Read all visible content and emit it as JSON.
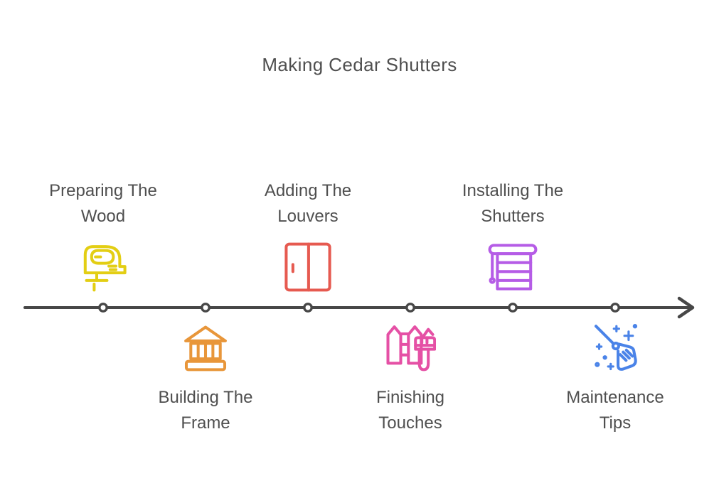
{
  "title": "Making Cedar Shutters",
  "colors": {
    "text": "#4f4f4f",
    "axis": "#474747",
    "node_fill": "#ffffff"
  },
  "timeline": {
    "direction": "left-to-right",
    "arrow": "right",
    "node_count": 6
  },
  "steps": [
    {
      "label": "Preparing The Wood",
      "lines": [
        "Preparing The",
        "Wood"
      ],
      "icon": "jigsaw-icon",
      "color": "#e3ce14",
      "side": "above"
    },
    {
      "label": "Building The Frame",
      "lines": [
        "Building The",
        "Frame"
      ],
      "icon": "bank-columns-icon",
      "color": "#e8963a",
      "side": "below"
    },
    {
      "label": "Adding The Louvers",
      "lines": [
        "Adding The",
        "Louvers"
      ],
      "icon": "double-door-icon",
      "color": "#e65a50",
      "side": "above"
    },
    {
      "label": "Finishing Touches",
      "lines": [
        "Finishing",
        "Touches"
      ],
      "icon": "fence-paintbrush-icon",
      "color": "#e550a5",
      "side": "below"
    },
    {
      "label": "Installing The Shutters",
      "lines": [
        "Installing The",
        "Shutters"
      ],
      "icon": "window-blinds-icon",
      "color": "#b55ce6",
      "side": "above"
    },
    {
      "label": "Maintenance Tips",
      "lines": [
        "Maintenance",
        "Tips"
      ],
      "icon": "broom-sparkles-icon",
      "color": "#4a83e8",
      "side": "below"
    }
  ]
}
